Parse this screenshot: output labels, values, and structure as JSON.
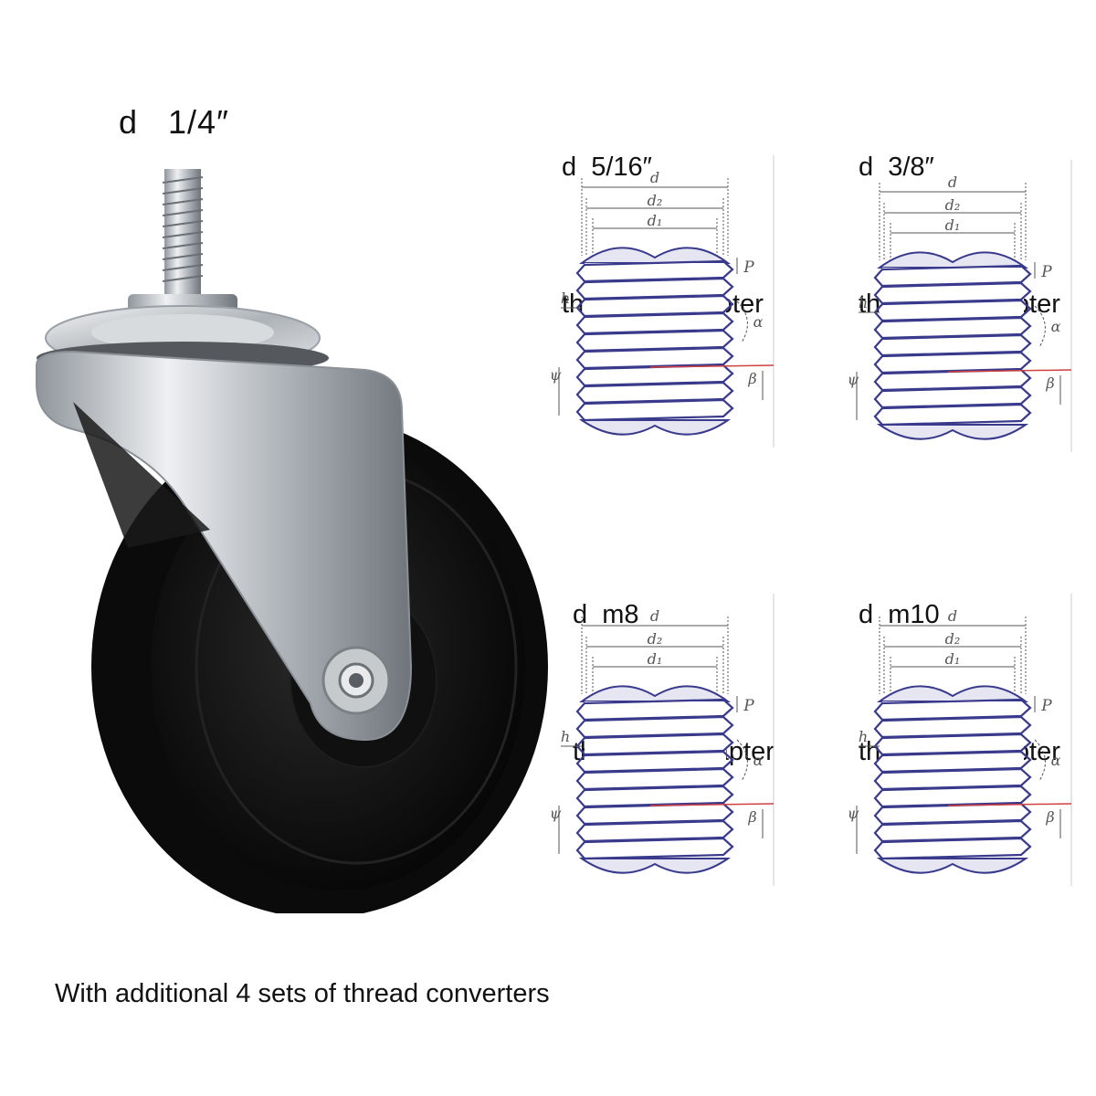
{
  "product": {
    "stem_label": "d   1/4″",
    "footer_note": "With additional 4 sets of thread converters"
  },
  "adapters": [
    {
      "size_label": "d  5/16″",
      "caption": "threaded adapter"
    },
    {
      "size_label": "d  3/8″",
      "caption": "threaded adapter"
    },
    {
      "size_label": "d  m8",
      "caption": "threaded adapter"
    },
    {
      "size_label": "d  m10",
      "caption": "threaded adapter"
    }
  ],
  "diagram": {
    "d": "d",
    "d2": "d₂",
    "d1": "d₁",
    "p": "P",
    "h": "h",
    "alpha": "α",
    "beta": "β",
    "psi": "ψ"
  },
  "colors": {
    "thread_stroke": "#3a3a8c",
    "thread_fill": "#e6e6f2",
    "annotation": "#555555",
    "red_line": "#d04040",
    "wheel": "#111111",
    "metal": "#c8ccd0"
  }
}
